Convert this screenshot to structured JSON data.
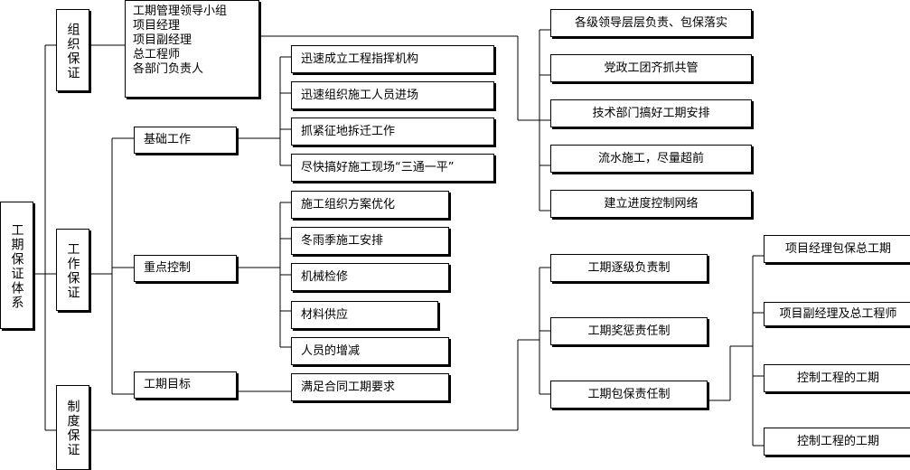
{
  "root": "工期保证体系",
  "categories": {
    "org": "组织保证",
    "work": "工作保证",
    "system": "制度保证"
  },
  "leadership_group": [
    "工期管理领导小组",
    "项目经理",
    "项目副经理",
    "总工程师",
    "各部门负责人"
  ],
  "org_measures": [
    "各级领导层层负责、包保落实",
    "党政工团齐抓共管",
    "技术部门搞好工期安排",
    "流水施工，尽量超前",
    "建立进度控制网络"
  ],
  "work_items": {
    "basic": "基础工作",
    "key": "重点控制",
    "target": "工期目标"
  },
  "basic_tasks": [
    "迅速成立工程指挥机构",
    "迅速组织施工人员进场",
    "抓紧征地拆迁工作",
    "尽快搞好施工现场“三通一平”"
  ],
  "key_tasks": [
    "施工组织方案优化",
    "冬雨季施工安排",
    "机械检修",
    "材料供应",
    "人员的增减"
  ],
  "target_task": "满足合同工期要求",
  "system_items": [
    "工期逐级负责制",
    "工期奖惩责任制",
    "工期包保责任制"
  ],
  "guarantee_items": [
    "项目经理包保总工期",
    "项目副经理及总工程师",
    "控制工程的工期",
    "控制工程的工期"
  ]
}
